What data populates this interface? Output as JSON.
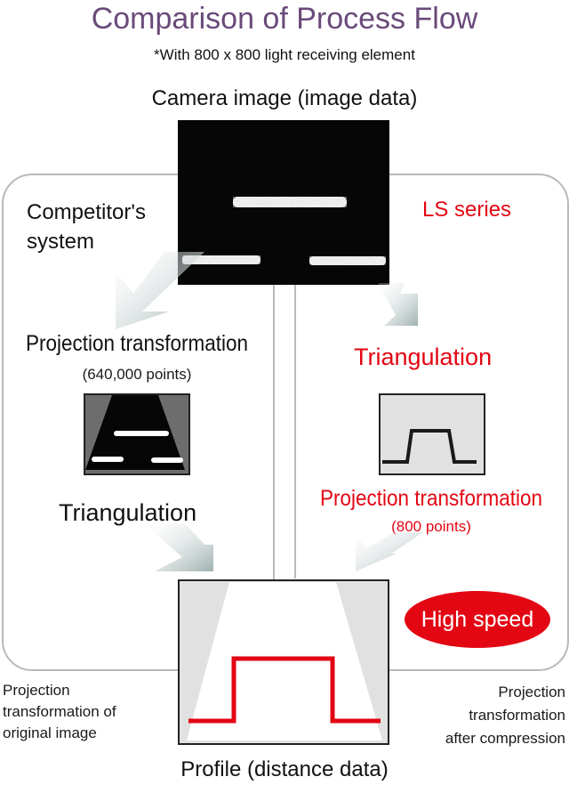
{
  "title": "Comparison of Process Flow",
  "subtitle": "*With 800 x 800 light receiving element",
  "camera_label": "Camera image (image data)",
  "left": {
    "label_line1": "Competitor's",
    "label_line2": "system",
    "step1": "Projection transformation",
    "step1_detail": "(640,000 points)",
    "step2": "Triangulation"
  },
  "right": {
    "label": "LS series",
    "step1": "Triangulation",
    "step2": "Projection transformation",
    "step2_detail": "(800 points)",
    "badge": "High speed"
  },
  "bottom": {
    "left_note_line1": "Projection",
    "left_note_line2": "transformation of",
    "left_note_line3": "original image",
    "right_note_line1": "Projection",
    "right_note_line2": "transformation",
    "right_note_line3": "after compression",
    "profile_label": "Profile (distance data)"
  },
  "colors": {
    "title": "#6a4a7a",
    "accent_red": "#e30613",
    "panel_border": "#b9b9b9",
    "arrow": "#b8c6c6"
  }
}
